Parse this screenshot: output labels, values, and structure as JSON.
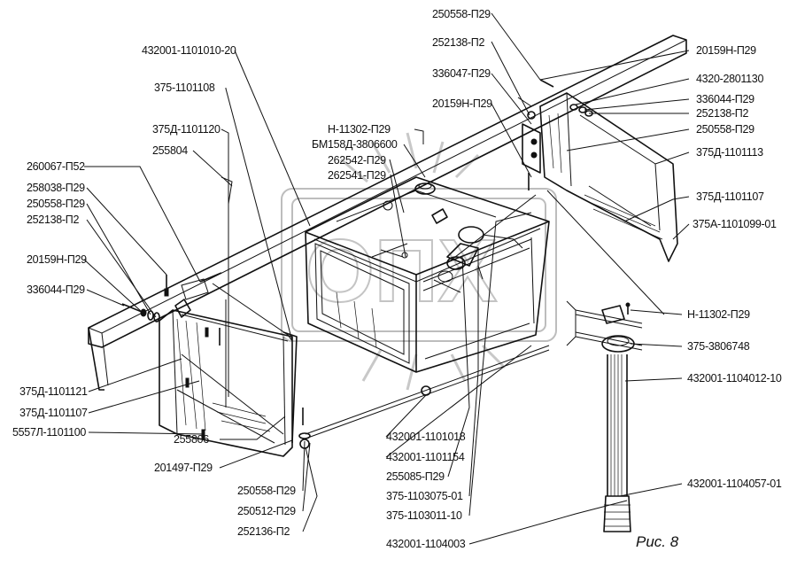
{
  "figure_caption": "Рис. 8",
  "watermark": "ОПХ",
  "callouts": [
    {
      "text": "250558-П29"
    },
    {
      "text": "252138-П2"
    },
    {
      "text": "336047-П29"
    },
    {
      "text": "20159Н-П29"
    },
    {
      "text": "432001-1101010-20"
    },
    {
      "text": "375-1101108"
    },
    {
      "text": "375Д-1101120"
    },
    {
      "text": "255804"
    },
    {
      "text": "Н-11302-П29"
    },
    {
      "text": "БМ158Д-3806600"
    },
    {
      "text": "262542-П29"
    },
    {
      "text": "262541-П29"
    },
    {
      "text": "260067-П52"
    },
    {
      "text": "258038-П29"
    },
    {
      "text": "250558-П29"
    },
    {
      "text": "252138-П2"
    },
    {
      "text": "20159Н-П29"
    },
    {
      "text": "336044-П29"
    },
    {
      "text": "20159Н-П29"
    },
    {
      "text": "4320-2801130"
    },
    {
      "text": "336044-П29"
    },
    {
      "text": "252138-П2"
    },
    {
      "text": "250558-П29"
    },
    {
      "text": "375Д-1101113"
    },
    {
      "text": "375Д-1101107"
    },
    {
      "text": "375А-1101099-01"
    },
    {
      "text": "Н-11302-П29"
    },
    {
      "text": "375-3806748"
    },
    {
      "text": "432001-1104012-10"
    },
    {
      "text": "432001-1104057-01"
    },
    {
      "text": "375Д-1101121"
    },
    {
      "text": "375Д-1101107"
    },
    {
      "text": "5557Л-1101100"
    },
    {
      "text": "255806"
    },
    {
      "text": "201497-П29"
    },
    {
      "text": "250558-П29"
    },
    {
      "text": "250512-П29"
    },
    {
      "text": "252136-П2"
    },
    {
      "text": "432001-1101018"
    },
    {
      "text": "432001-1101154"
    },
    {
      "text": "255085-П29"
    },
    {
      "text": "375-1103075-01"
    },
    {
      "text": "375-1103011-10"
    },
    {
      "text": "432001-1104003"
    }
  ]
}
